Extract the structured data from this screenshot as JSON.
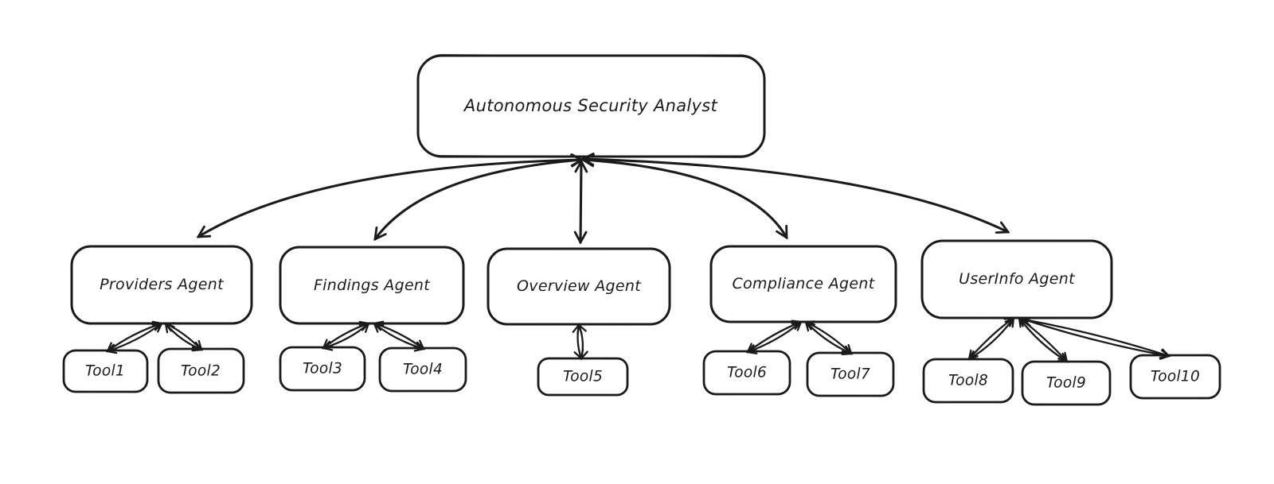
{
  "diagram": {
    "colors": {
      "stroke": "#1b1b1b",
      "canvas": "#ffffff",
      "node_fill": "#ffffff"
    },
    "root": {
      "label": "Autonomous Security Analyst"
    },
    "agents": [
      {
        "label": "Providers Agent",
        "tools": [
          "Tool1",
          "Tool2"
        ]
      },
      {
        "label": "Findings Agent",
        "tools": [
          "Tool3",
          "Tool4"
        ]
      },
      {
        "label": "Overview Agent",
        "tools": [
          "Tool5"
        ]
      },
      {
        "label": "Compliance Agent",
        "tools": [
          "Tool6",
          "Tool7"
        ]
      },
      {
        "label": "UserInfo Agent",
        "tools": [
          "Tool8",
          "Tool9",
          "Tool10"
        ]
      }
    ],
    "edges": {
      "root_to_agents": [
        {
          "from": "Autonomous Security Analyst",
          "to": "Providers Agent",
          "bidirectional": true
        },
        {
          "from": "Autonomous Security Analyst",
          "to": "Findings Agent",
          "bidirectional": true
        },
        {
          "from": "Autonomous Security Analyst",
          "to": "Overview Agent",
          "bidirectional": true
        },
        {
          "from": "Autonomous Security Analyst",
          "to": "Compliance Agent",
          "bidirectional": true
        },
        {
          "from": "Autonomous Security Analyst",
          "to": "UserInfo Agent",
          "bidirectional": true
        }
      ],
      "agent_to_tools": [
        {
          "from": "Providers Agent",
          "to": "Tool1",
          "bidirectional": true
        },
        {
          "from": "Providers Agent",
          "to": "Tool2",
          "bidirectional": true
        },
        {
          "from": "Findings Agent",
          "to": "Tool3",
          "bidirectional": true
        },
        {
          "from": "Findings Agent",
          "to": "Tool4",
          "bidirectional": true
        },
        {
          "from": "Overview Agent",
          "to": "Tool5",
          "bidirectional": true
        },
        {
          "from": "Compliance Agent",
          "to": "Tool6",
          "bidirectional": true
        },
        {
          "from": "Compliance Agent",
          "to": "Tool7",
          "bidirectional": true
        },
        {
          "from": "UserInfo Agent",
          "to": "Tool8",
          "bidirectional": true
        },
        {
          "from": "UserInfo Agent",
          "to": "Tool9",
          "bidirectional": true
        },
        {
          "from": "UserInfo Agent",
          "to": "Tool10",
          "bidirectional": true
        }
      ]
    }
  }
}
